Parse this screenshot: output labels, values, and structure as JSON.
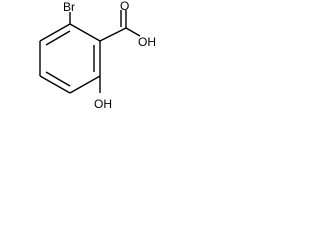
{
  "structure": {
    "labels": {
      "bromine": "Br",
      "carboxyl_oxygen": "O",
      "carboxyl_hydroxyl": "OH",
      "phenol_hydroxyl": "OH"
    }
  }
}
